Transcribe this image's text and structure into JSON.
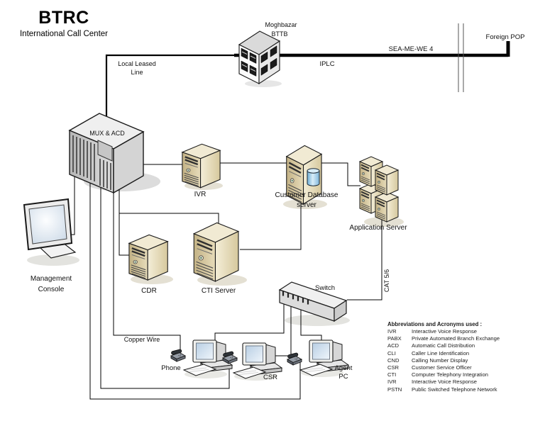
{
  "header": {
    "title": "BTRC",
    "subtitle": "International Call Center"
  },
  "labels": {
    "moghbazar_line1": "Moghbazar",
    "moghbazar_line2": "BTTB",
    "foreign_pop": "Foreign POP",
    "sea_me_we": "SEA-ME-WE 4",
    "iplc": "IPLC",
    "local_leased_line1": "Local Leased",
    "local_leased_line2": "Line",
    "mux_acd": "MUX & ACD",
    "ivr": "IVR",
    "customer_db_line1": "Customer Database",
    "customer_db_line2": "server",
    "application_server": "Application Server",
    "management_line1": "Management",
    "management_line2": "Console",
    "cdr": "CDR",
    "cti": "CTI Server",
    "switch": "Switch",
    "cat56": "CAT 5/6",
    "copper_wire": "Copper Wire",
    "phone": "Phone",
    "csr": "CSR",
    "agent_line1": "Agent",
    "agent_line2": "PC"
  },
  "abbreviations": {
    "title": "Abbreviations and Acronyms used :",
    "items": [
      {
        "abbr": "IVR",
        "full": "Interactive Voice Response"
      },
      {
        "abbr": "PABX",
        "full": "Private Automated Branch Exchange"
      },
      {
        "abbr": "ACD",
        "full": "Automatic Call Distribution"
      },
      {
        "abbr": "CLI",
        "full": "Caller Line Identification"
      },
      {
        "abbr": "CND",
        "full": "Calling Number Display"
      },
      {
        "abbr": "CSR",
        "full": "Customer Service Officer"
      },
      {
        "abbr": "CTI",
        "full": "Computer Telephony Integration"
      },
      {
        "abbr": "IVR",
        "full": "Interactive Voice Response"
      },
      {
        "abbr": "PSTN",
        "full": "Public Switched Telephone Network"
      }
    ]
  },
  "palette": {
    "wire": "#000000",
    "server_front": "#c9ba8e",
    "server_side": "#e8ddbb",
    "server_top": "#f1ead3",
    "db_cylinder": "#7fb6da",
    "mux_gray": "#d6d6d6",
    "shadow_tan": "#e4e0d3",
    "shadow_gray": "#e3e3df"
  }
}
